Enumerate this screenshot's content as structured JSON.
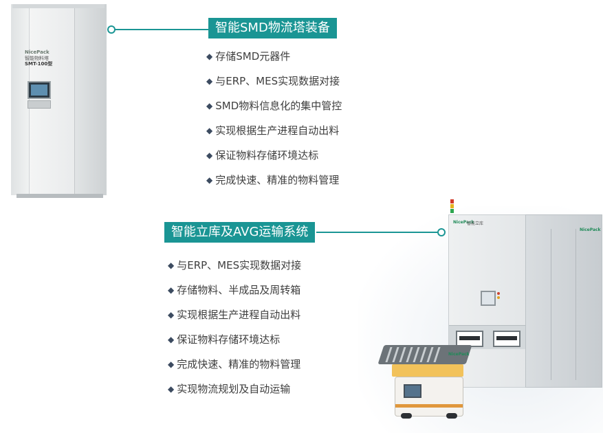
{
  "colors": {
    "accent": "#1a9594",
    "bullet": "#3c4b60",
    "text": "#3e3e3e"
  },
  "tower_product": {
    "logo": "NicePack",
    "name": "智能物料塔",
    "model": "SMT-100型"
  },
  "section1": {
    "title": "智能SMD物流塔装备",
    "bullet_icon": "diamond-bullet",
    "items": [
      "存储SMD元器件",
      "与ERP、MES实现数据对接",
      "SMD物料信息化的集中管控",
      "实现根据生产进程自动出料",
      "保证物料存储环境达标",
      "完成快速、精准的物料管理"
    ]
  },
  "section2": {
    "title": "智能立库及AVG运输系统",
    "bullet_icon": "diamond-bullet",
    "items": [
      "与ERP、MES实现数据对接",
      "存储物料、半成品及周转箱",
      "实现根据生产进程自动出料",
      "保证物料存储环境达标",
      "完成快速、精准的物料管理",
      "实现物流规划及自动运输"
    ]
  },
  "warehouse_product": {
    "logo": "NicePack",
    "name": "智能立库"
  },
  "agv_product": {
    "logo": "NicePack"
  }
}
